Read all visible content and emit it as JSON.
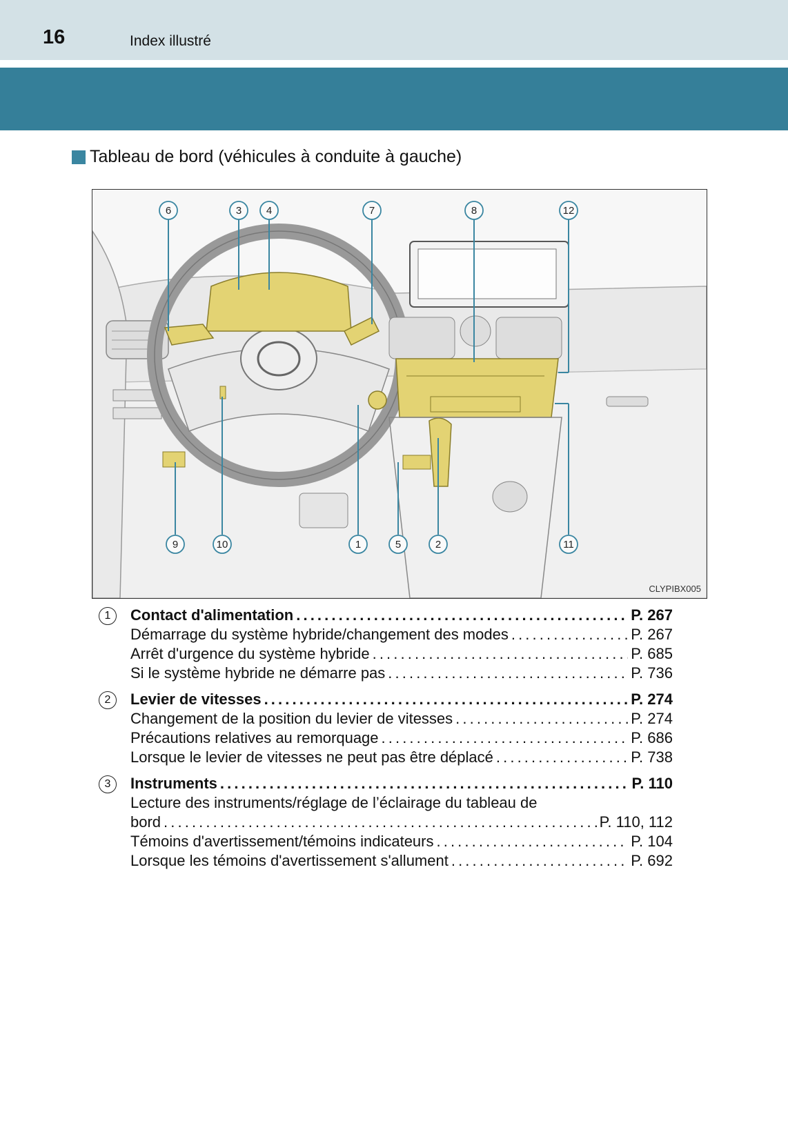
{
  "header": {
    "page_number": "16",
    "section": "Index illustré"
  },
  "title": "Tableau de bord (véhicules à conduite à gauche)",
  "figure": {
    "code": "CLYPIBX005",
    "callouts": [
      "6",
      "3",
      "4",
      "7",
      "8",
      "12",
      "9",
      "10",
      "1",
      "5",
      "2",
      "11"
    ]
  },
  "entries": [
    {
      "num": "1",
      "title": "Contact d'alimentation",
      "page": "P. 267",
      "items": [
        {
          "text": "Démarrage du système hybride/changement des modes",
          "page": "P. 267"
        },
        {
          "text": "Arrêt d'urgence du système hybride",
          "page": "P. 685"
        },
        {
          "text": "Si le système hybride ne démarre pas",
          "page": "P. 736"
        }
      ]
    },
    {
      "num": "2",
      "title": "Levier de vitesses",
      "page": "P. 274",
      "items": [
        {
          "text": "Changement de la position du levier de vitesses",
          "page": "P. 274"
        },
        {
          "text": "Précautions relatives au remorquage",
          "page": "P. 686"
        },
        {
          "text": "Lorsque le levier de vitesses ne peut pas être déplacé",
          "page": "P. 738"
        }
      ]
    },
    {
      "num": "3",
      "title": "Instruments",
      "page": "P. 110",
      "items": [
        {
          "text_line1": "Lecture des instruments/réglage de l’éclairage du tableau de",
          "text": "bord",
          "page": "P. 110, 112"
        },
        {
          "text": "Témoins d'avertissement/témoins indicateurs",
          "page": "P. 104"
        },
        {
          "text": "Lorsque les témoins d'avertissement s'allument",
          "page": "P. 692"
        }
      ]
    }
  ]
}
